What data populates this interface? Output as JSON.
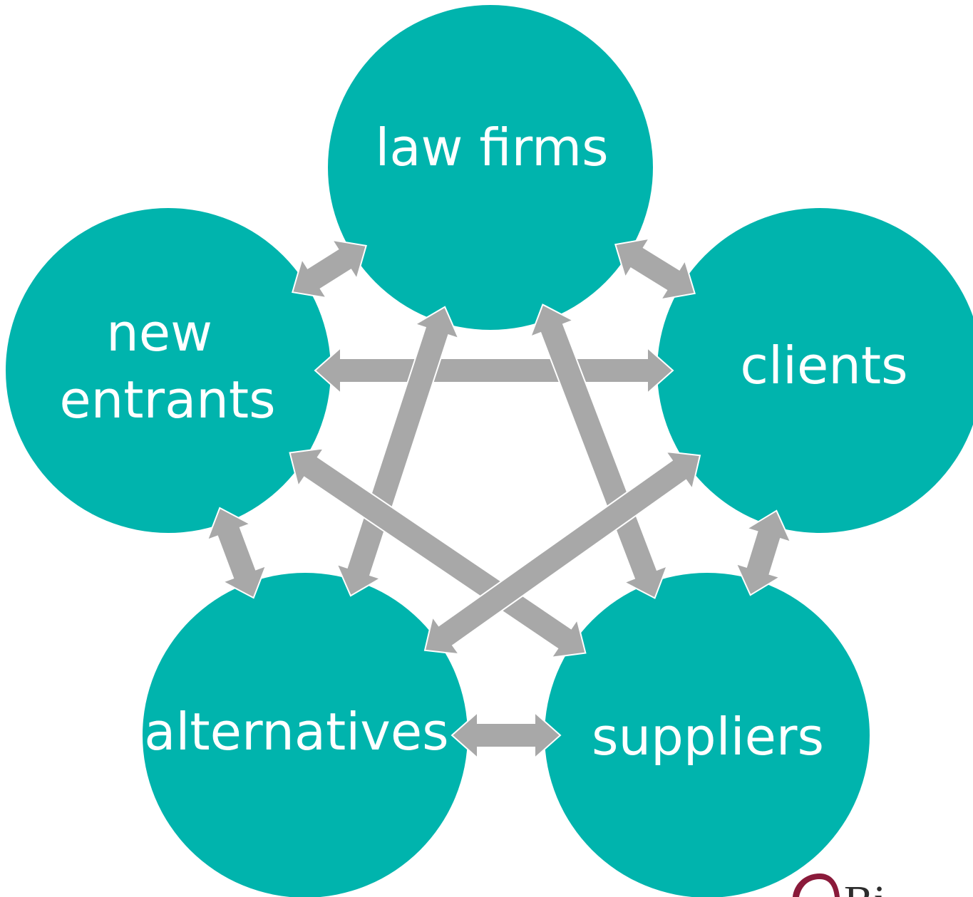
{
  "colors": {
    "node_fill": "#00b4ad",
    "arrow_fill": "#a8a8a8",
    "arrow_stroke": "#ffffff",
    "background": "#ffffff",
    "logo_mark": "#8a1a3a"
  },
  "nodes": {
    "law_firms": {
      "lines": [
        "law firms"
      ]
    },
    "clients": {
      "lines": [
        "clients"
      ]
    },
    "new_entrants": {
      "lines": [
        "new",
        "entrants"
      ]
    },
    "alternatives": {
      "lines": [
        "alternatives"
      ]
    },
    "suppliers": {
      "lines": [
        "suppliers"
      ]
    }
  },
  "connections": [
    [
      "law_firms",
      "new_entrants"
    ],
    [
      "law_firms",
      "clients"
    ],
    [
      "new_entrants",
      "clients"
    ],
    [
      "law_firms",
      "alternatives"
    ],
    [
      "law_firms",
      "suppliers"
    ],
    [
      "new_entrants",
      "suppliers"
    ],
    [
      "clients",
      "alternatives"
    ],
    [
      "new_entrants",
      "alternatives"
    ],
    [
      "clients",
      "suppliers"
    ],
    [
      "alternatives",
      "suppliers"
    ]
  ],
  "logo": {
    "text": "Bi",
    "icon": "logo-swoosh-icon"
  }
}
